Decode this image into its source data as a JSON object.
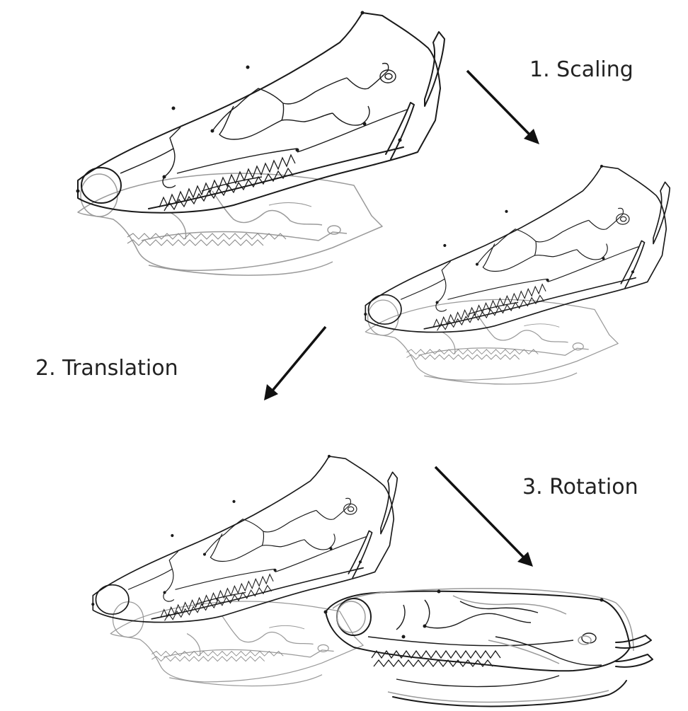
{
  "steps": [
    {
      "label": "1. Scaling"
    },
    {
      "label": "2. Translation"
    },
    {
      "label": "3. Rotation"
    }
  ],
  "colors": {
    "current_outline": "#1a1a1a",
    "reference_outline": "#9a9a9a",
    "arrow": "#111111",
    "background": "#ffffff"
  }
}
